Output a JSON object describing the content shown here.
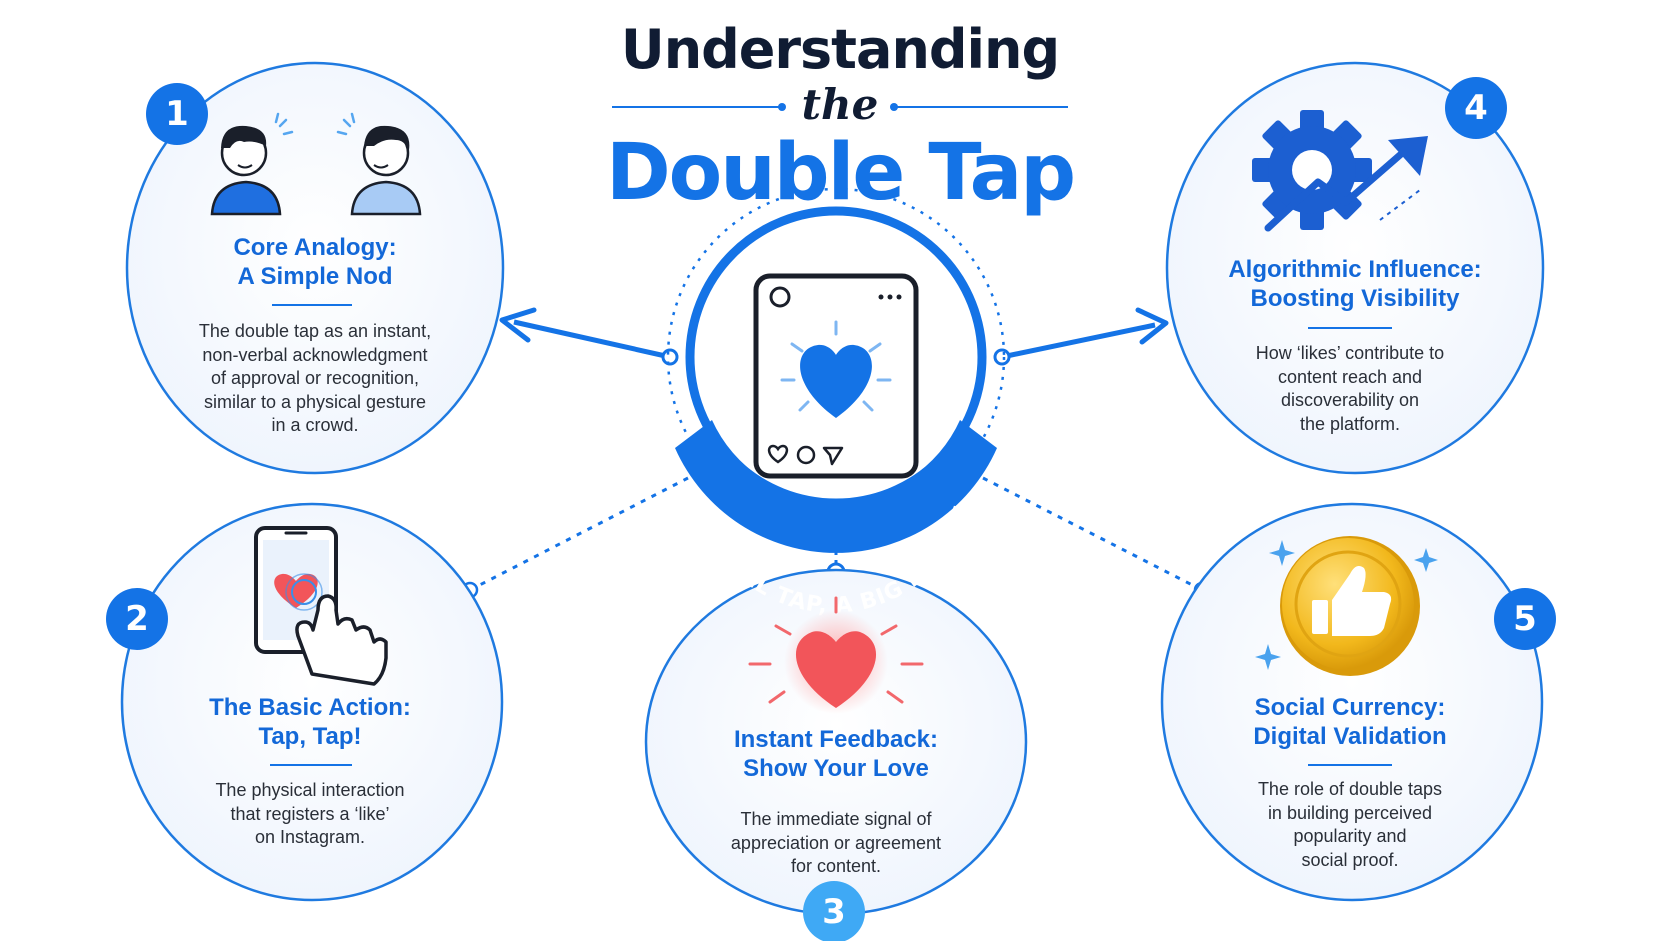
{
  "title": {
    "line1": "Understanding",
    "line2": "the",
    "line3": "Double Tap"
  },
  "center": {
    "banner": "A SMALL TAP, A BIG IMPACT"
  },
  "cards": [
    {
      "number": "1",
      "title": [
        "Core Analogy:",
        "A Simple Nod"
      ],
      "text": [
        "The double tap as an instant,",
        "non-verbal acknowledgment",
        "of approval or recognition,",
        "similar to a physical gesture",
        "in a crowd."
      ]
    },
    {
      "number": "2",
      "title": [
        "The Basic Action:",
        "Tap, Tap!"
      ],
      "text": [
        "The physical interaction",
        "that registers a ‘like’",
        "on Instagram."
      ]
    },
    {
      "number": "3",
      "title": [
        "Instant Feedback:",
        "Show Your Love"
      ],
      "text": [
        "The immediate signal of",
        "appreciation or agreement",
        "for content."
      ]
    },
    {
      "number": "4",
      "title": [
        "Algorithmic Influence:",
        "Boosting Visibility"
      ],
      "text": [
        "How ‘likes’ contribute to",
        "content reach and",
        "discoverability on",
        "the platform."
      ]
    },
    {
      "number": "5",
      "title": [
        "Social Currency:",
        "Digital Validation"
      ],
      "text": [
        "The role of double taps",
        "in building perceived",
        "popularity and",
        "social proof."
      ]
    }
  ],
  "icons": {
    "card1": "two-people-nodding-icon",
    "card2": "phone-tap-hand-icon",
    "card3": "glowing-heart-icon",
    "card4": "gear-growth-arrow-icon",
    "card5": "thumbs-up-coin-icon",
    "center": "instagram-post-heart-icon"
  },
  "colors": {
    "primary": "#1473e6",
    "title_dark": "#101c33",
    "circle_fill": "#f4f8ff",
    "heart_red": "#f2555a",
    "coin_gold": "#f2b81c",
    "badge_light": "#3fa9f5"
  }
}
